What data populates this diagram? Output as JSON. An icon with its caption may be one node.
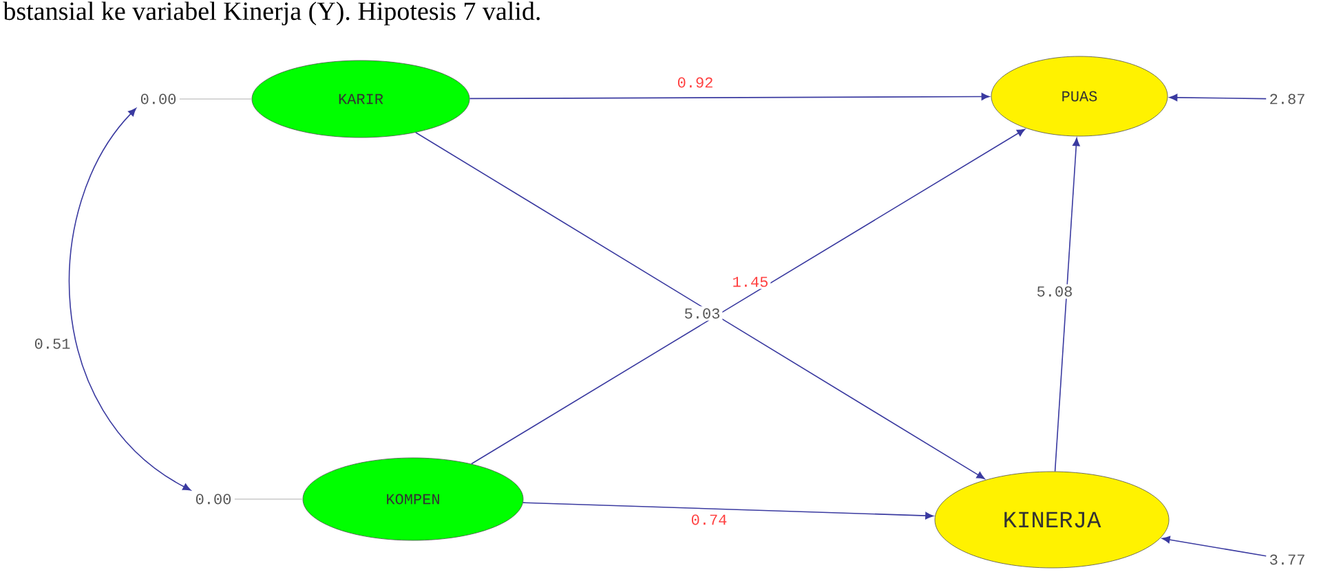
{
  "diagram": {
    "nodes": [
      {
        "text": [
          "0.00"
        ]
      },
      {
        "text": [
          "KARIR"
        ]
      },
      {
        "text": [
          "0.00"
        ]
      },
      {
        "text": [
          "KOMPEN"
        ]
      },
      {
        "text": [
          "PUAS"
        ]
      },
      {
        "text": [
          "2.87"
        ]
      },
      {
        "text": [
          "KINERJA"
        ]
      },
      {
        "text": [
          "3.77"
        ]
      }
    ],
    "edges": [
      {
        "from": 0,
        "to": 1,
        "arrow": "none",
        "color": "#c8c8c8"
      },
      {
        "from": 2,
        "to": 3,
        "arrow": "none",
        "color": "#c8c8c8"
      },
      {
        "from": 0,
        "to": 2,
        "arrow": "both",
        "label": "0.51"
      },
      {
        "from": 1,
        "to": 4,
        "arrow": "to",
        "label": "0.92"
      },
      {
        "from": 1,
        "to": 6,
        "arrow": "to",
        "label": "5.03"
      },
      {
        "from": 3,
        "to": 4,
        "arrow": "to",
        "label": "1.45"
      },
      {
        "from": 3,
        "to": 6,
        "arrow": "to",
        "label": "0.74"
      },
      {
        "from": 6,
        "to": 4,
        "arrow": "to",
        "label": "5.08"
      },
      {
        "from": 5,
        "to": 4,
        "arrow": "to"
      },
      {
        "from": 7,
        "to": 6,
        "arrow": "to"
      }
    ],
    "labels": [
      "bstansial ke variabel Kinerja (Y). Hipotesis 7 valid."
    ]
  }
}
